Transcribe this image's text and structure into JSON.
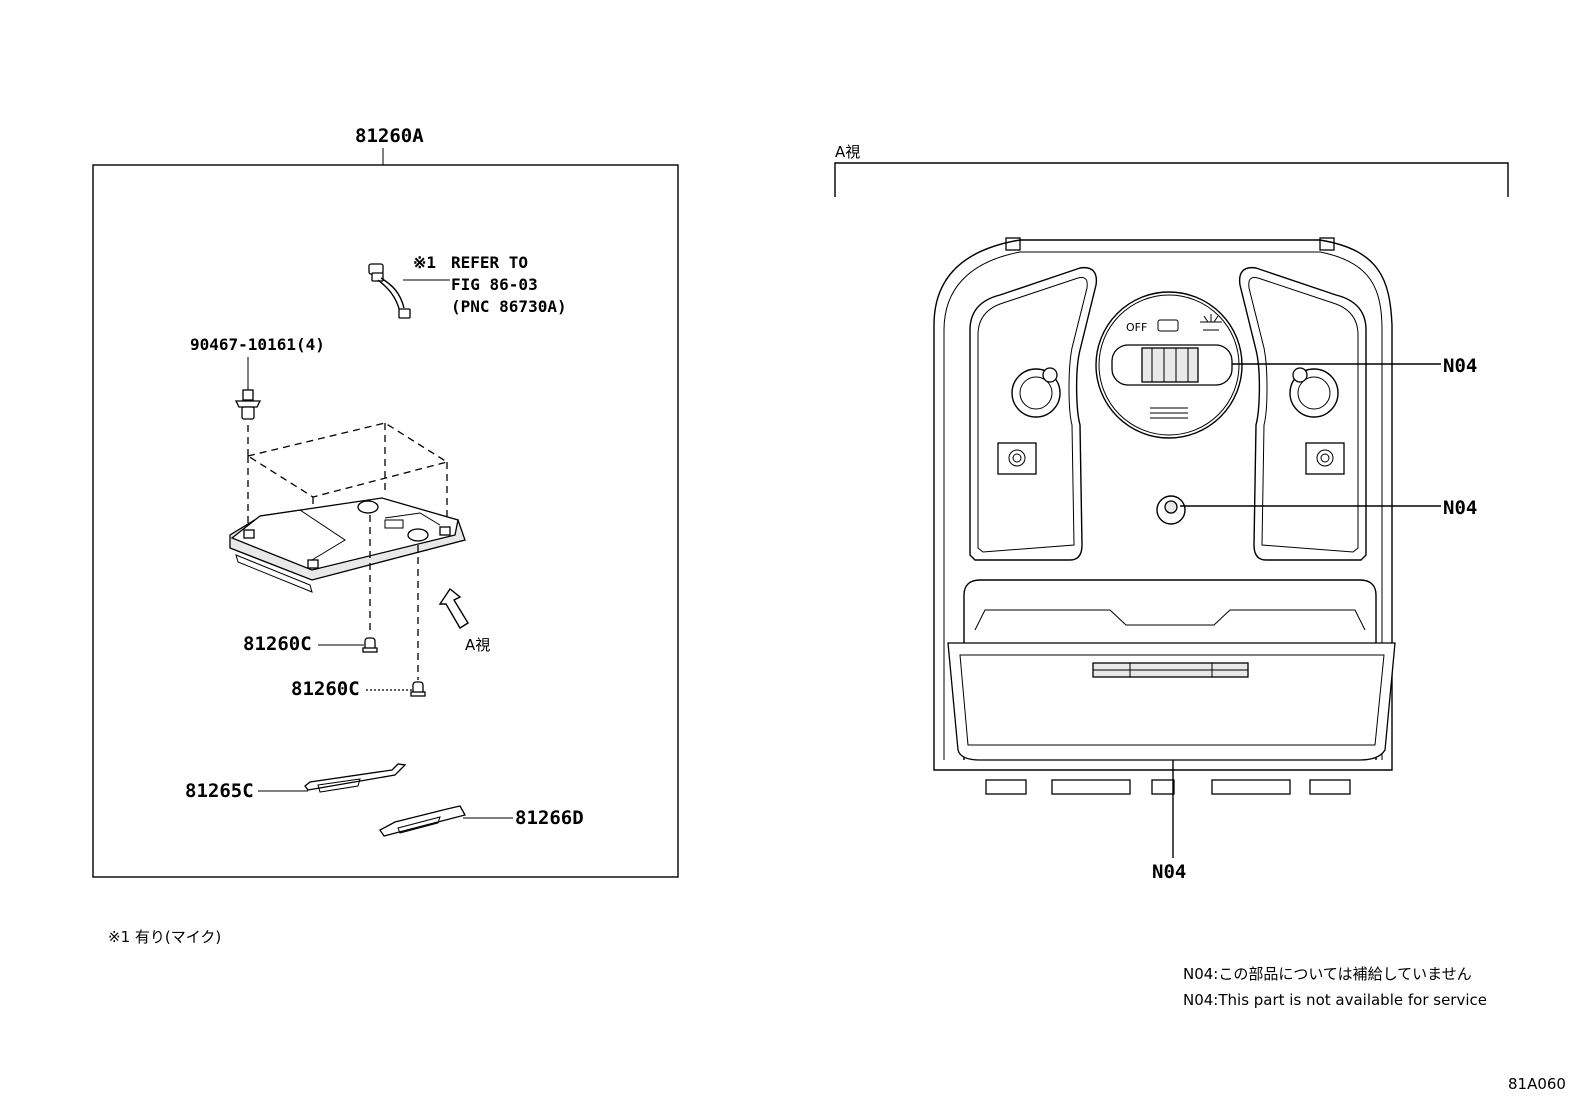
{
  "left_panel": {
    "title": "81260A",
    "refer_note": {
      "mark": "※1",
      "line1": "REFER TO",
      "line2": "FIG 86-03",
      "line3": "(PNC 86730A)"
    },
    "bolt_label": "90467-10161(4)",
    "view_arrow_label": "A視",
    "part_labels": [
      "81260C",
      "81260C",
      "81265C",
      "81266D"
    ]
  },
  "right_panel": {
    "view_title": "A視",
    "switch_labels": [
      "OFF"
    ],
    "callouts": [
      "N04",
      "N04",
      "N04"
    ]
  },
  "footnotes": {
    "condition": "※1 有り(マイク)",
    "n04_jp": "N04:この部品については補給していません",
    "n04_en": "N04:This part is not available for service"
  },
  "figure_code": "81A060"
}
